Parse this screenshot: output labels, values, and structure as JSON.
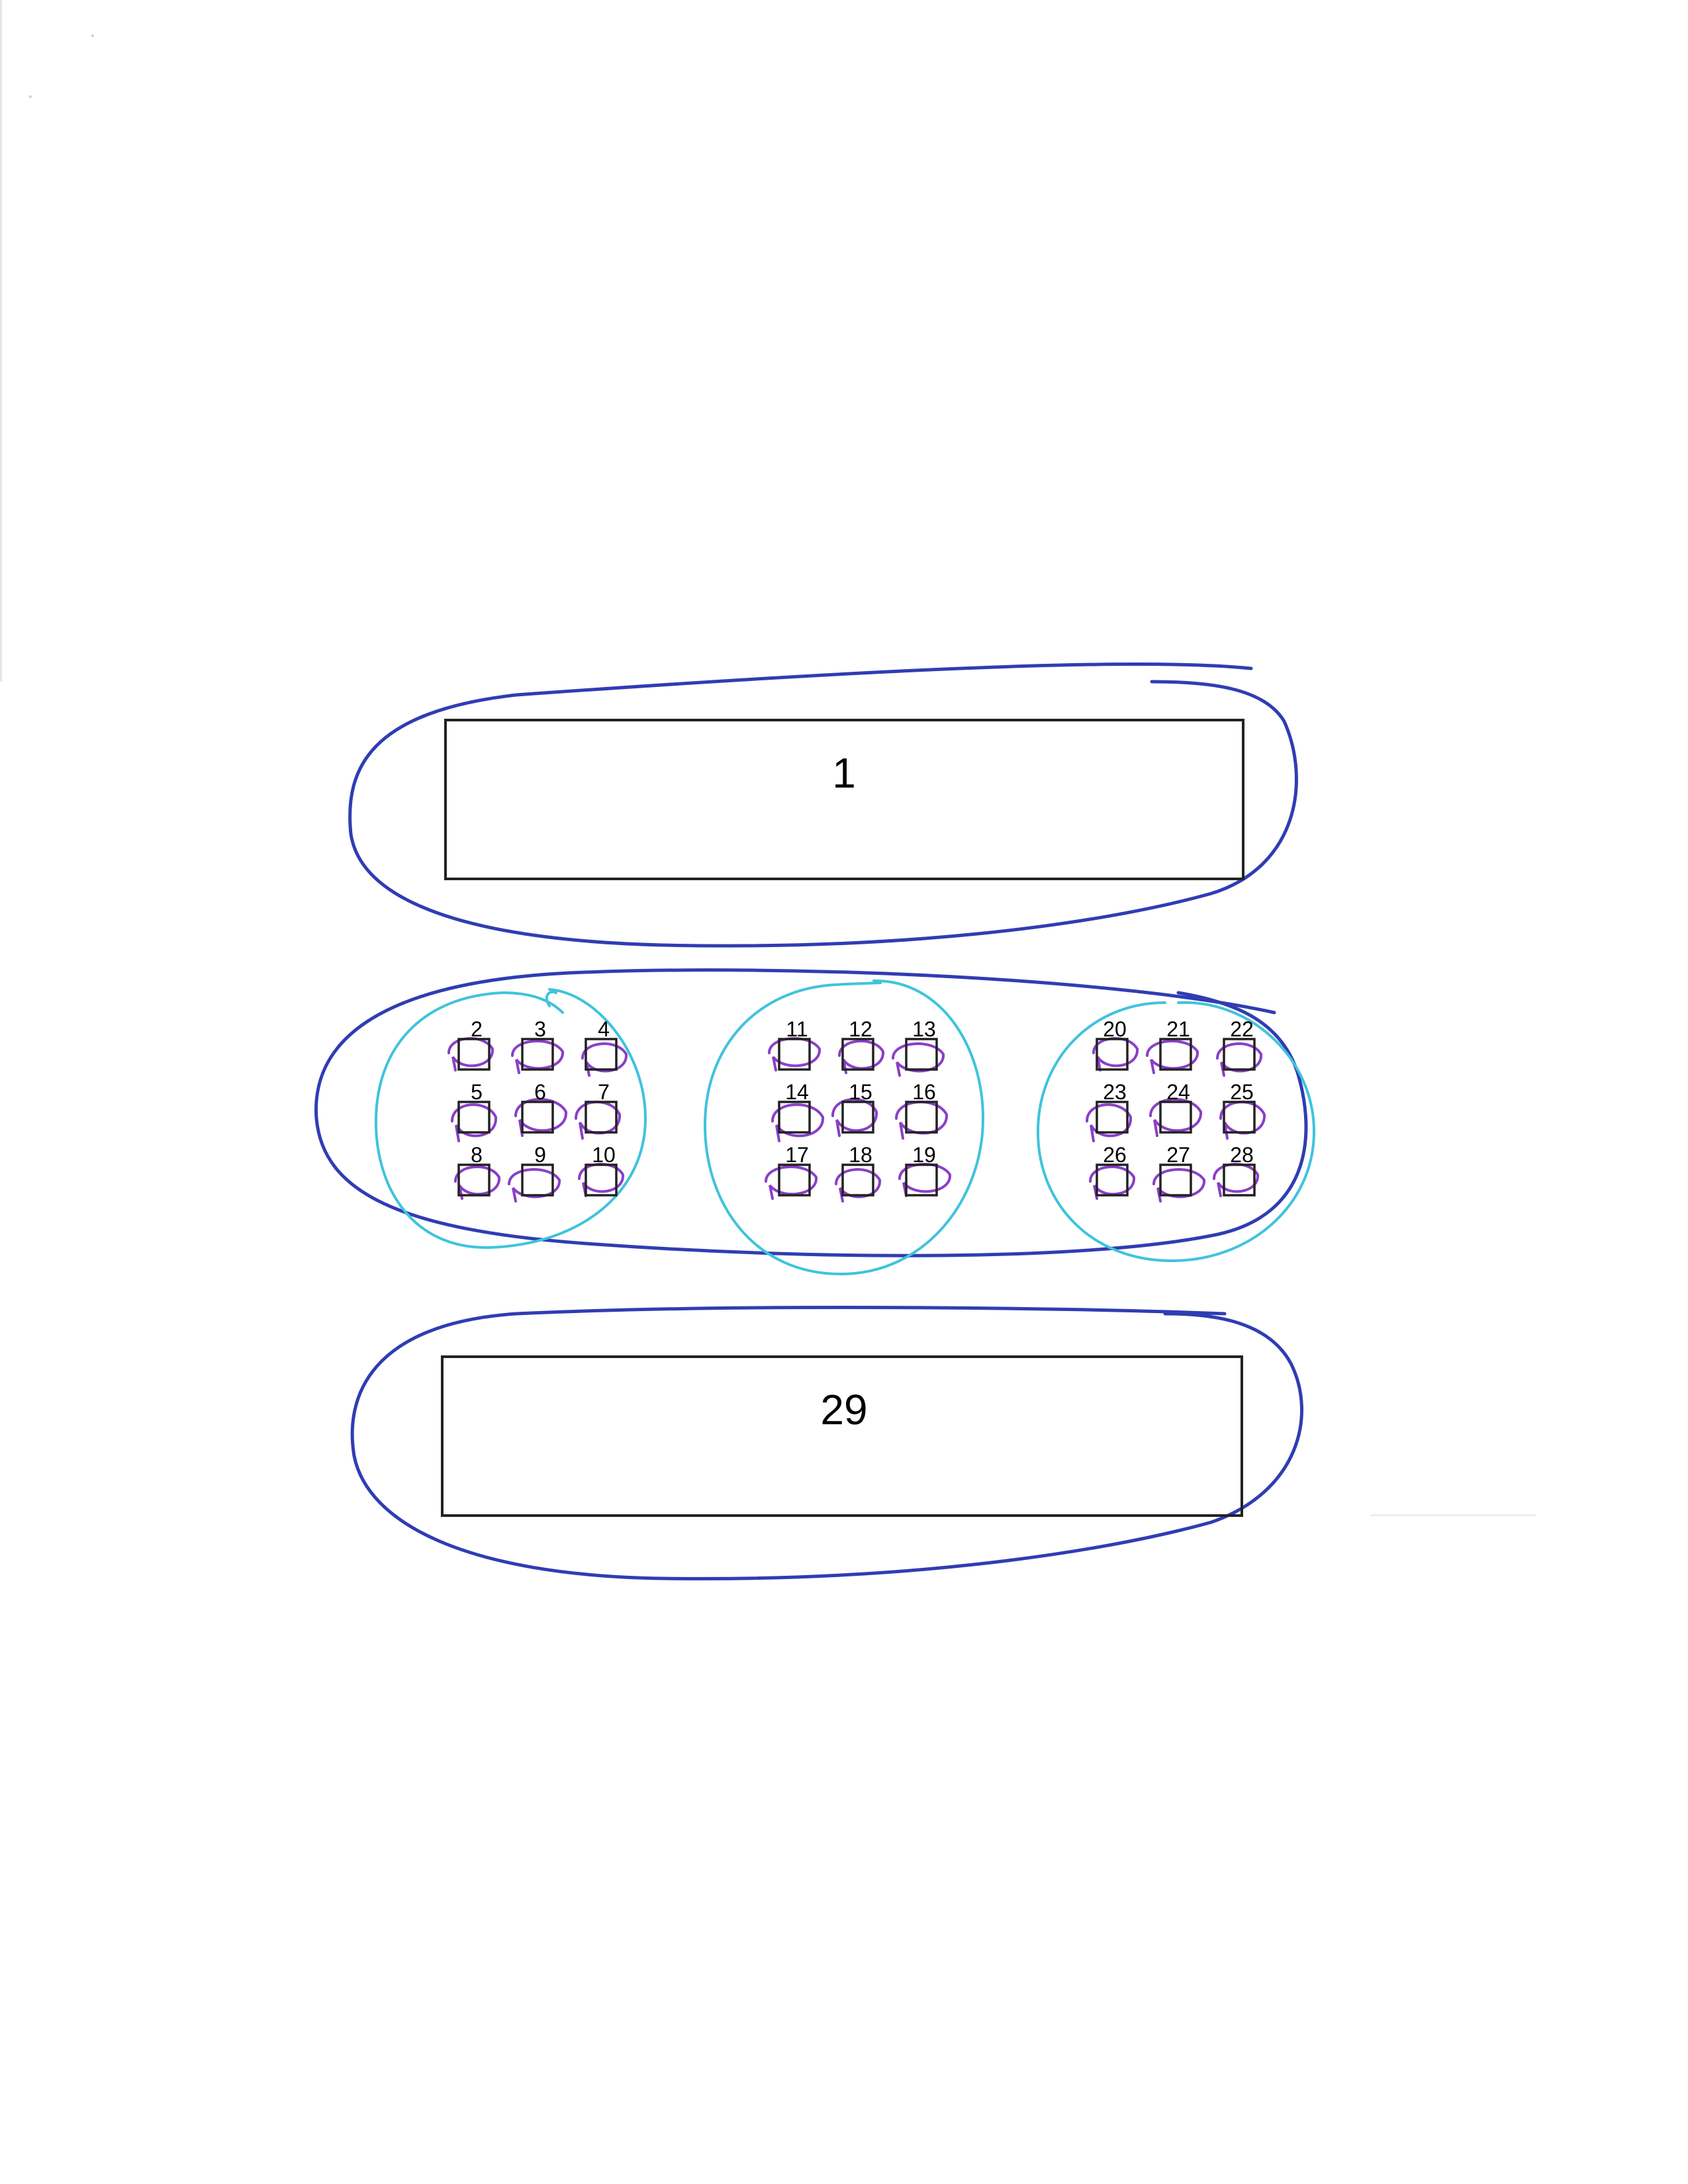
{
  "diagram": {
    "top_box": {
      "label": "1"
    },
    "bottom_box": {
      "label": "29"
    },
    "groups": [
      {
        "cells": [
          [
            "2",
            "3",
            "4"
          ],
          [
            "5",
            "6",
            "7"
          ],
          [
            "8",
            "9",
            "10"
          ]
        ]
      },
      {
        "cells": [
          [
            "11",
            "12",
            "13"
          ],
          [
            "14",
            "15",
            "16"
          ],
          [
            "17",
            "18",
            "19"
          ]
        ]
      },
      {
        "cells": [
          [
            "20",
            "21",
            "22"
          ],
          [
            "23",
            "24",
            "25"
          ],
          [
            "26",
            "27",
            "28"
          ]
        ]
      }
    ]
  },
  "colors": {
    "outline": "#222222",
    "blue_ink": "#2f3db3",
    "cyan_ink": "#3fc3dc",
    "purple_ink": "#8a3fc8",
    "background": "#ffffff"
  }
}
